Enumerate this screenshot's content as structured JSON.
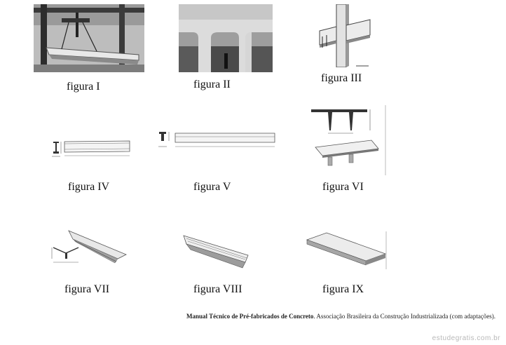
{
  "figures": [
    {
      "id": "I",
      "caption": "figura I",
      "image": "factory-crane-lifting-precast-beam-photo"
    },
    {
      "id": "II",
      "caption": "figura II",
      "image": "precast-frame-building-photo"
    },
    {
      "id": "III",
      "caption": "figura III",
      "image": "beam-column-connection-drawing"
    },
    {
      "id": "IV",
      "caption": "figura IV",
      "image": "i-section-beam-drawing"
    },
    {
      "id": "V",
      "caption": "figura V",
      "image": "t-section-beam-drawing"
    },
    {
      "id": "VI",
      "caption": "figura VI",
      "image": "double-tee-slab-drawing"
    },
    {
      "id": "VII",
      "caption": "figura VII",
      "image": "y-section-roof-beam-drawing"
    },
    {
      "id": "VIII",
      "caption": "figura VIII",
      "image": "u-channel-beam-drawing"
    },
    {
      "id": "IX",
      "caption": "figura IX",
      "image": "hollow-core-slab-drawing"
    }
  ],
  "source": {
    "title": "Manual Técnico de Pré-fabricados de Concreto",
    "rest": ". Associação Brasileira da Construção Industrializada (com adaptações)."
  },
  "watermark": "estudegratis.com.br"
}
